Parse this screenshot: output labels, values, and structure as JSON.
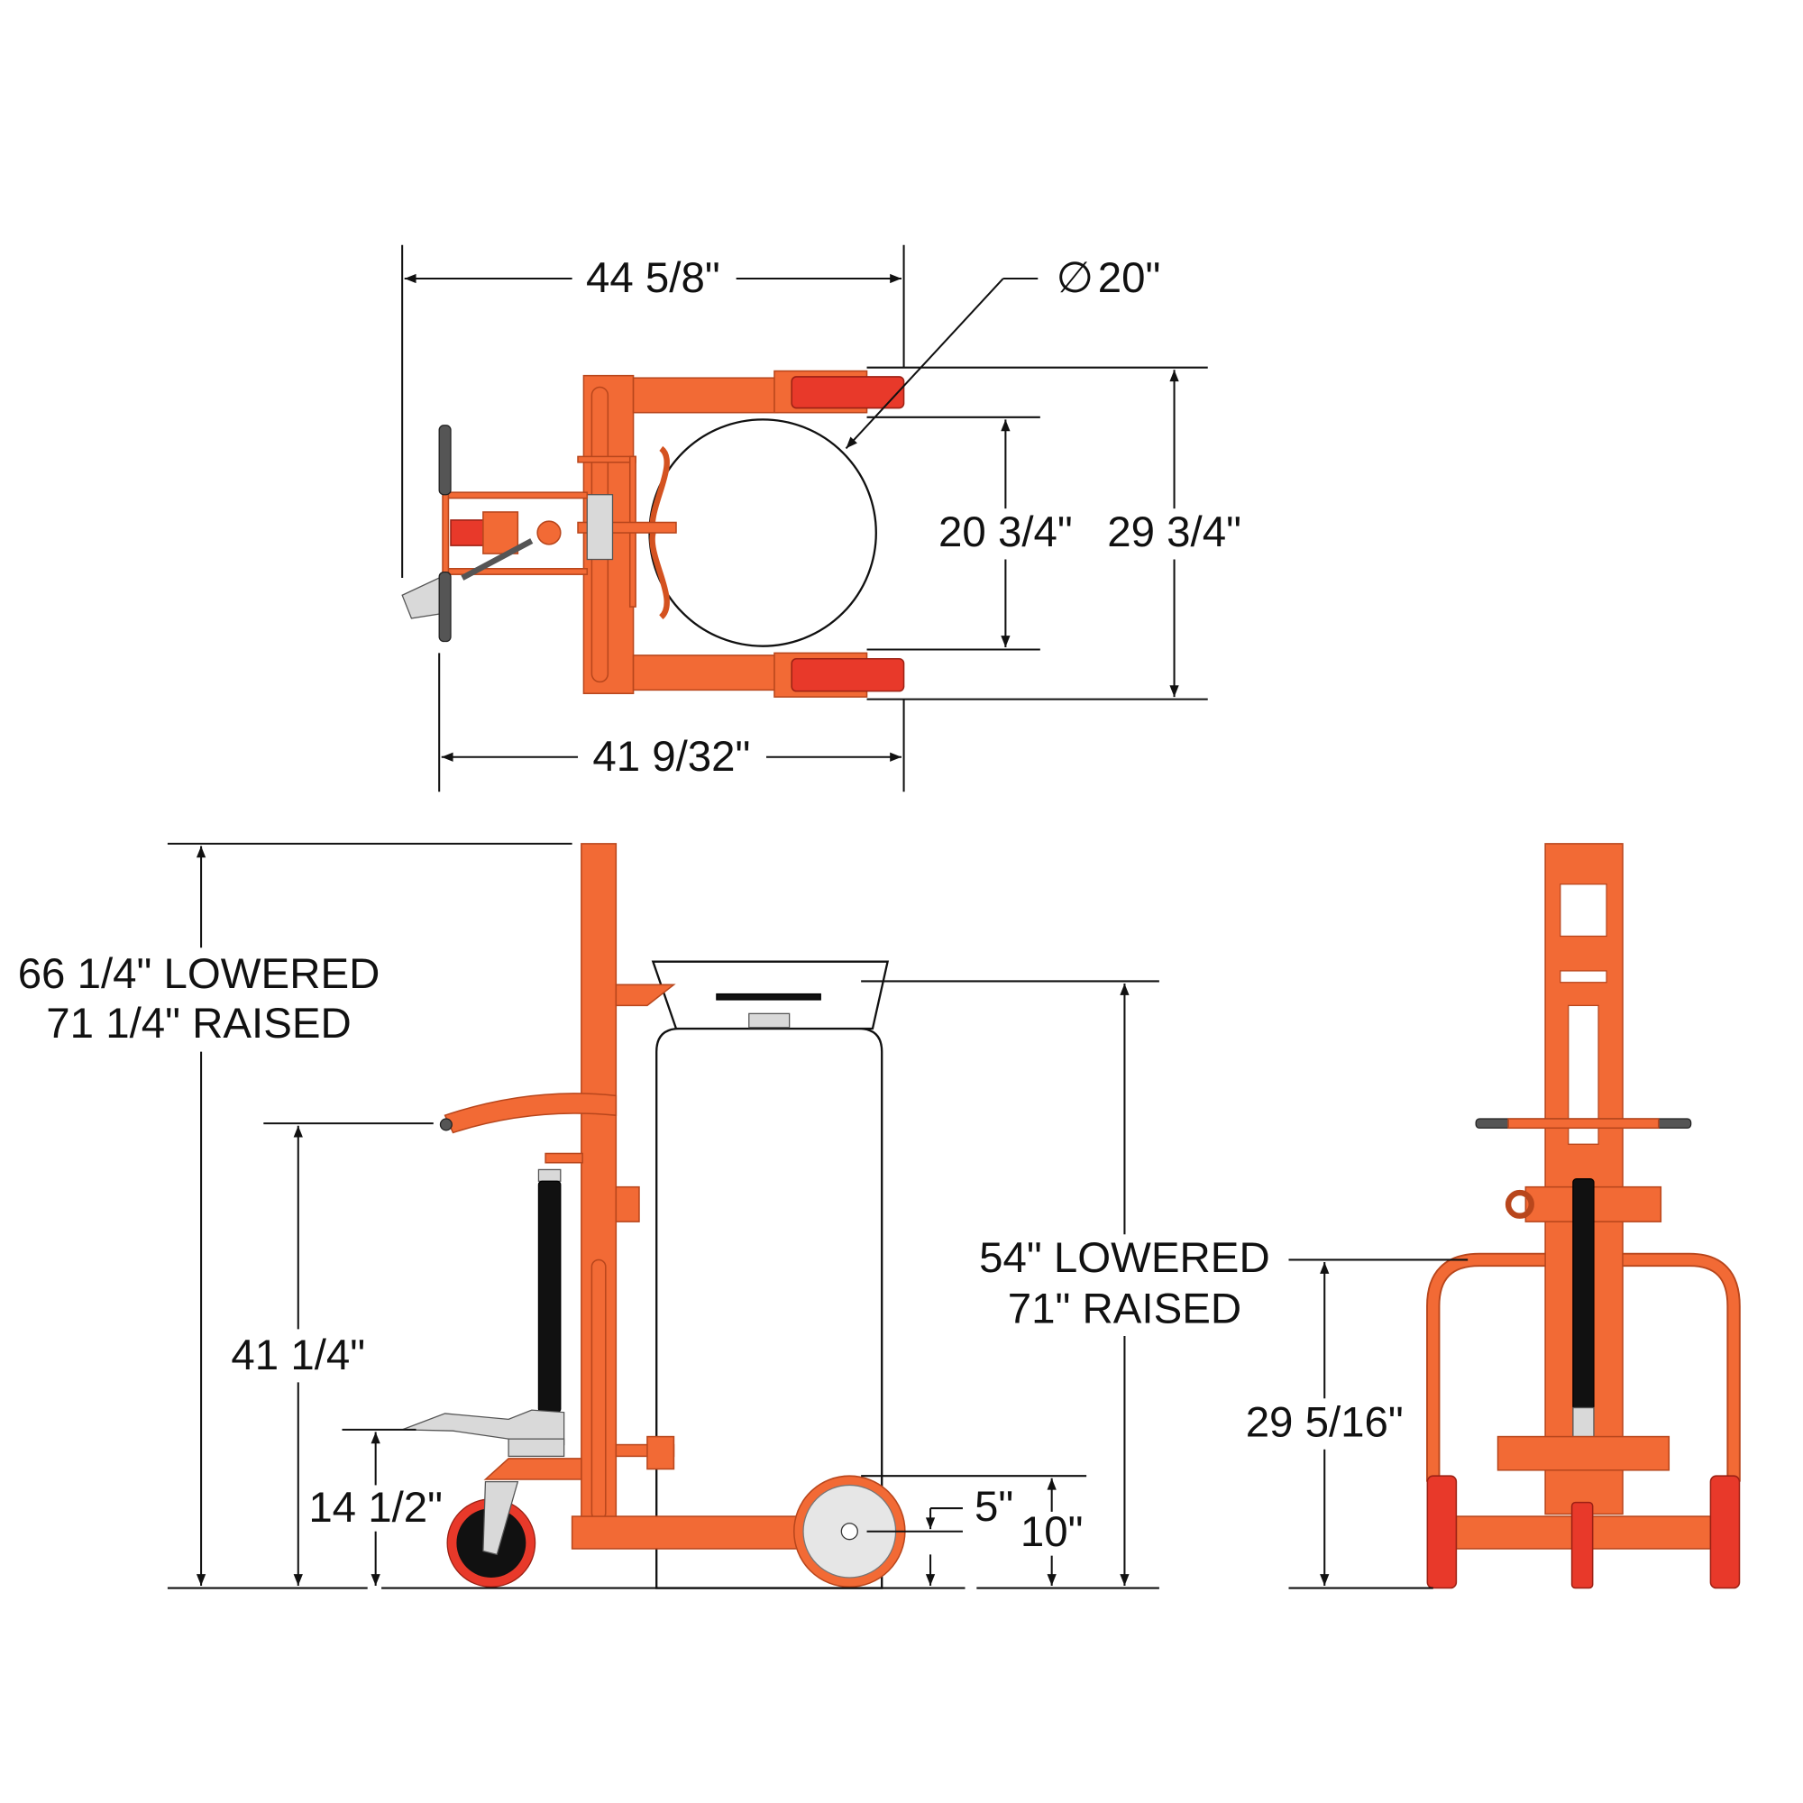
{
  "colors": {
    "frame": "#f26a35",
    "wheel": "#e8392a",
    "dimension": "#111111",
    "background": "#ffffff"
  },
  "top_view": {
    "overall_length": "44 5/8\"",
    "drum_diameter_symbol": "∅",
    "drum_diameter": "20\"",
    "inner_width": "20 3/4\"",
    "overall_width": "29 3/4\"",
    "base_length": "41 9/32\""
  },
  "side_view": {
    "overall_height_lowered": "66 1/4\" LOWERED",
    "overall_height_raised": "71 1/4\" RAISED",
    "handle_height": "41 1/4\"",
    "pedal_height": "14 1/2\"",
    "drum_height_lowered": "54\" LOWERED",
    "drum_height_raised": "71\" RAISED",
    "wheel_diameter": "10\"",
    "axle_height": "5\""
  },
  "front_view": {
    "bumper_height": "29 5/16\""
  }
}
